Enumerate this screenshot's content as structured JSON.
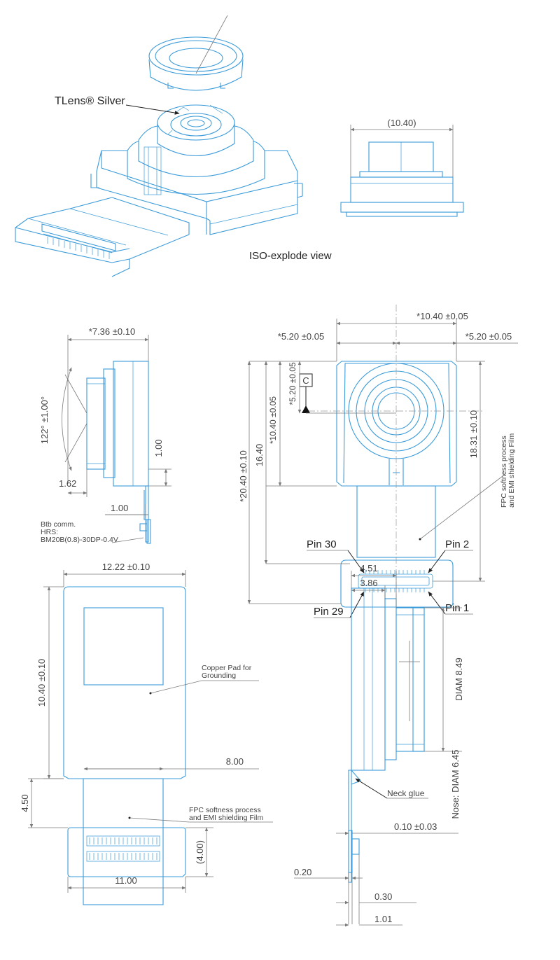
{
  "colors": {
    "outline": "#3b9bd9",
    "dimension": "#7a7a7a",
    "text": "#444444",
    "background": "#ffffff"
  },
  "iso": {
    "lens_label": "TLens®",
    "lens_label_suffix": "Silver",
    "view_label": "ISO-explode view"
  },
  "front_small": {
    "width_dim": "(10.40)"
  },
  "side_view": {
    "depth_dim": "*7.36 ±0.10",
    "fov_dim": "122° ±1.00°",
    "lens_offset_dim": "1.62",
    "base_h_dim": "1.00",
    "fpc_offset_dim": "1.00",
    "connector_note": [
      "Btb comm.",
      "HRS:",
      "BM20B(0.8)-30DP-0.4V"
    ]
  },
  "top_view": {
    "total_width_dim": "*10.40 ±0.05",
    "half_left_dim": "*5.20 ±0.05",
    "half_right_dim": "*5.20 ±0.05",
    "datum": "C",
    "center_v_dim": "*5.20 ±0.05",
    "body_h_dim": "*10.40 ±0.05",
    "total_len_dim": "*20.40 ±0.10",
    "pin_row_dim": "16.40",
    "connector_dim": "18.31 ±0.10",
    "fpc_note": [
      "FPC softness process",
      "and EMI shielding Film"
    ],
    "pins": {
      "p30": "Pin 30",
      "p2": "Pin 2",
      "p29": "Pin 29",
      "p1": "Pin 1"
    }
  },
  "back_view": {
    "width_dim": "12.22 ±0.10",
    "height_dim": "10.40 ±0.10",
    "pad_note": [
      "Copper Pad for",
      "Grounding"
    ],
    "pad_width_dim": "8.00",
    "neck_dim": "4.50",
    "fpc_note": [
      "FPC softness process",
      "and EMI shielding Film"
    ],
    "conn_h_dim": "(4.00)",
    "conn_w_dim": "11.00"
  },
  "side2_view": {
    "depth_dim": "4.51",
    "body_dim": "3.86",
    "lens_diam_dim": "DIAM 8.49",
    "neck_note": "Neck glue",
    "fpc_thk_dim": "0.10 ±0.03",
    "nose_dim": "Nose: DIAM 6.45",
    "stiff_dim": "0.20",
    "conn_dim": "0.30",
    "total_dim": "1.01"
  }
}
